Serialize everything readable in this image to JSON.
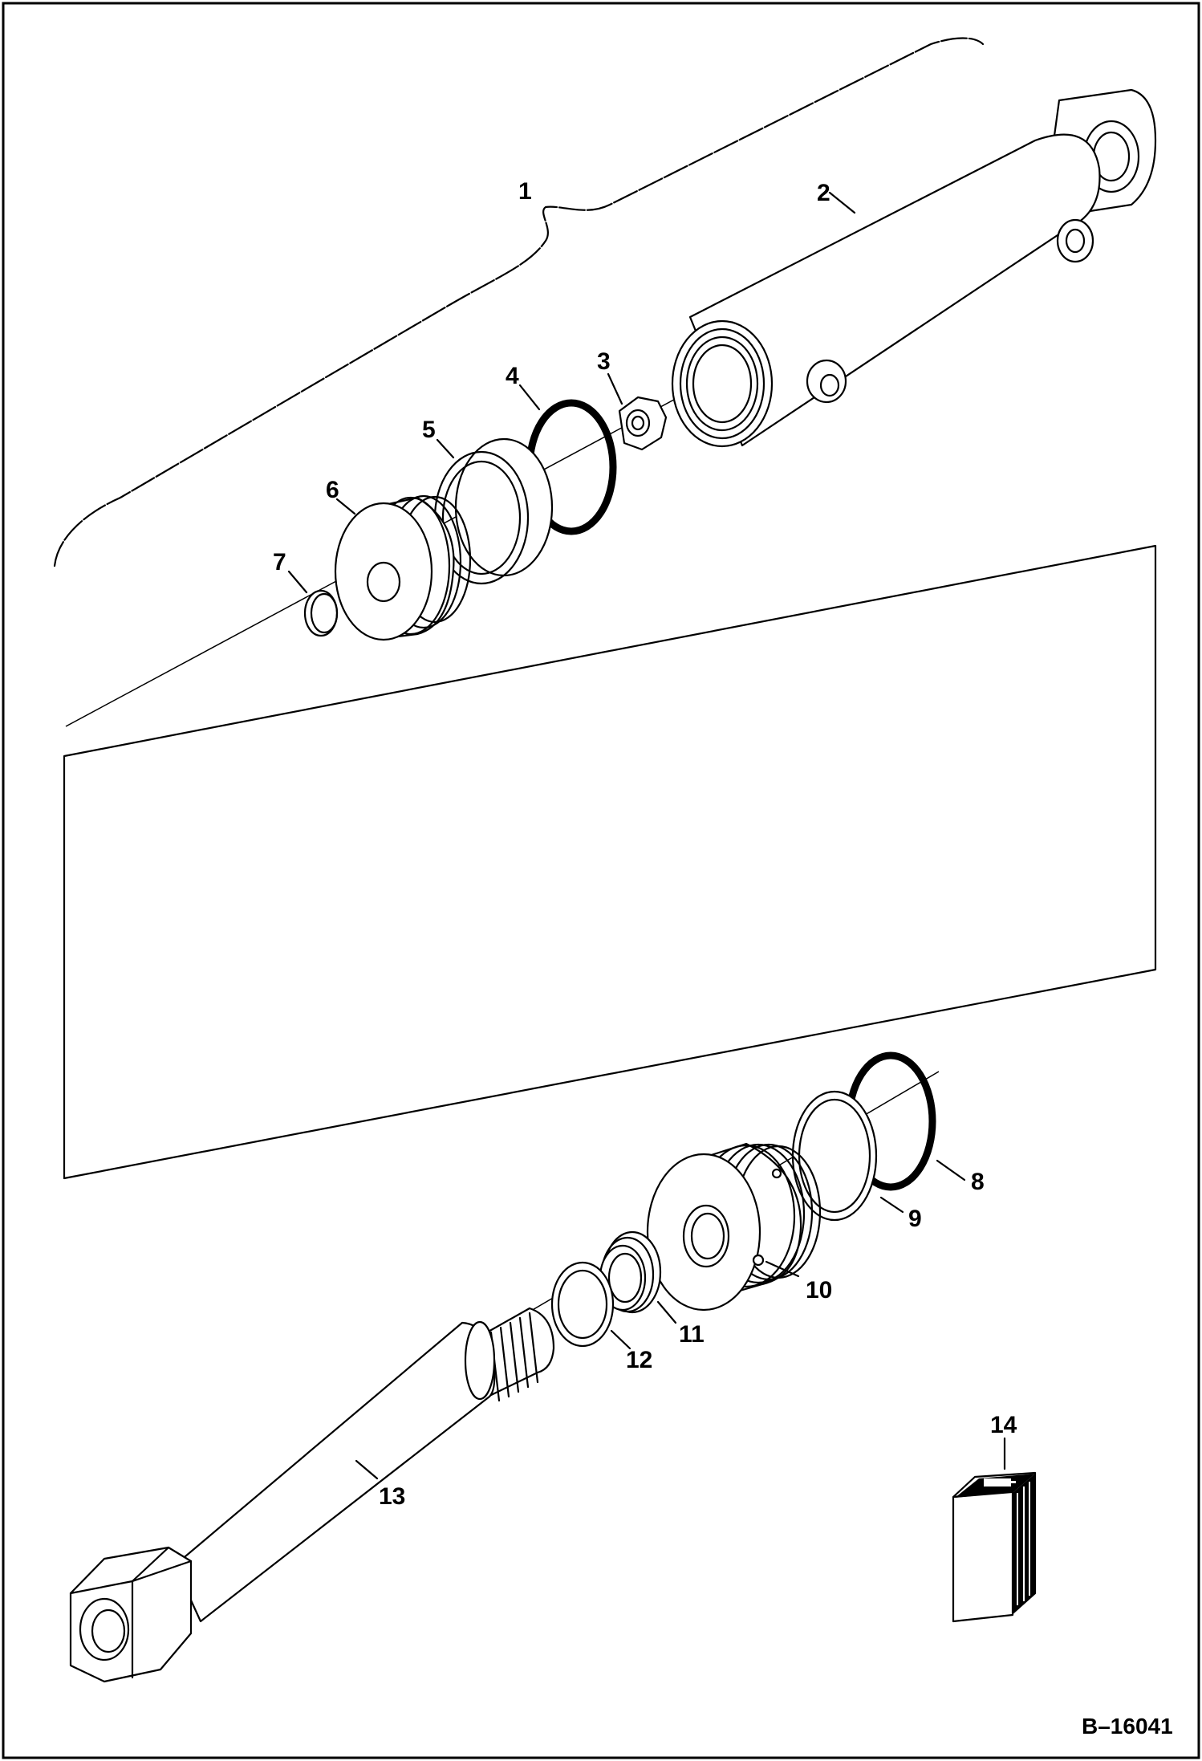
{
  "figure_id": "B–16041",
  "callouts": {
    "c1": "1",
    "c2": "2",
    "c3": "3",
    "c4": "4",
    "c5": "5",
    "c6": "6",
    "c7": "7",
    "c8": "8",
    "c9": "9",
    "c10": "10",
    "c11": "11",
    "c12": "12",
    "c13": "13",
    "c14": "14"
  }
}
